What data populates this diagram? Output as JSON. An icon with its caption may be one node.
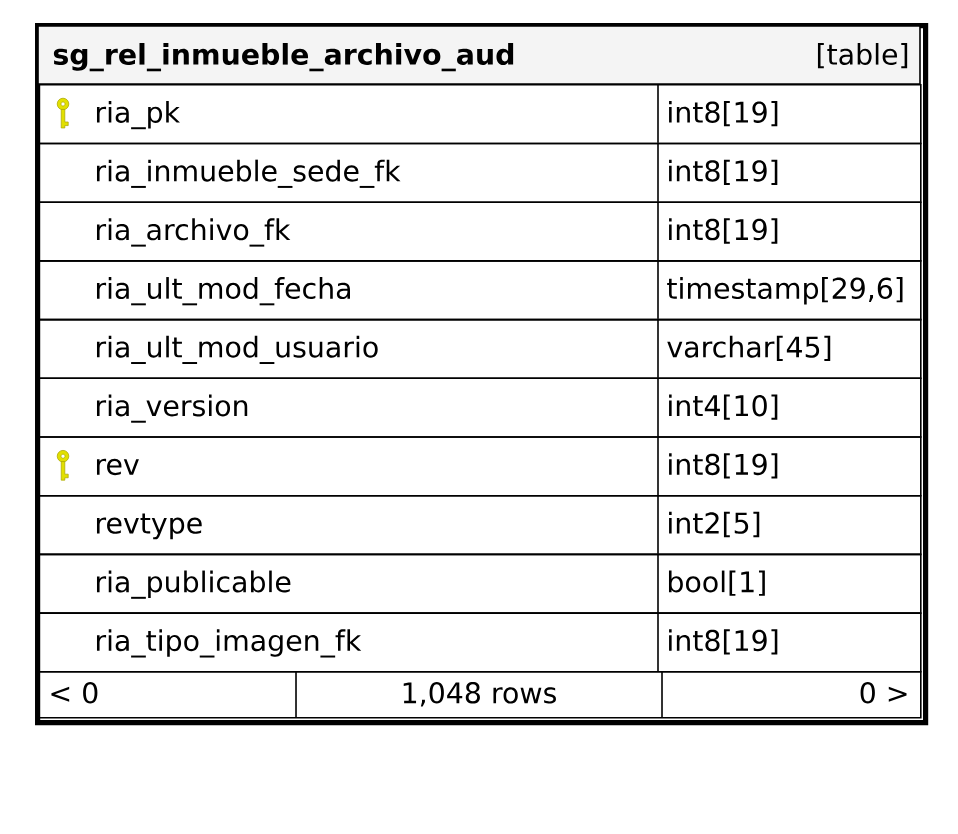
{
  "diagram": {
    "nodes": [
      {
        "text": [
          "sg_rel_inmueble_archivo_aud",
          "[table]"
        ]
      },
      {
        "text": [
          "ria_pk",
          "int8[19]"
        ],
        "in": 0
      },
      {
        "text": [
          "ria_inmueble_sede_fk",
          "int8[19]"
        ],
        "in": 0
      },
      {
        "text": [
          "ria_archivo_fk",
          "int8[19]"
        ],
        "in": 0
      },
      {
        "text": [
          "ria_ult_mod_fecha",
          "timestamp[29,6]"
        ],
        "in": 0
      },
      {
        "text": [
          "ria_ult_mod_usuario",
          "varchar[45]"
        ],
        "in": 0
      },
      {
        "text": [
          "ria_version",
          "int4[10]"
        ],
        "in": 0
      },
      {
        "text": [
          "rev",
          "int8[19]"
        ],
        "in": 0
      },
      {
        "text": [
          "revtype",
          "int2[5]"
        ],
        "in": 0
      },
      {
        "text": [
          "ria_publicable",
          "bool[1]"
        ],
        "in": 0
      },
      {
        "text": [
          "ria_tipo_imagen_fk",
          "int8[19]"
        ],
        "in": 0
      },
      {
        "text": [
          "< 0",
          "1,048 rows",
          "0 >"
        ],
        "in": 0
      }
    ]
  }
}
